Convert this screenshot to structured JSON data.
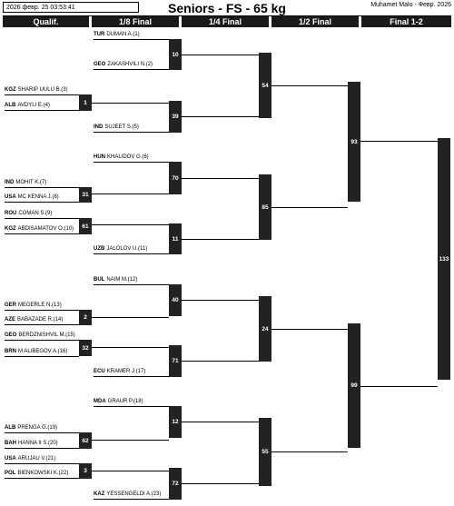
{
  "header": {
    "timestamp": "2026 февр. 25 03:53:41",
    "title": "Seniors - FS - 65 kg",
    "author": "Muhamet Malo - Февр. 2026"
  },
  "rounds": [
    "Qualif.",
    "1/8 Final",
    "1/4 Final",
    "1/2 Final",
    "Final 1-2"
  ],
  "athletes": [
    {
      "country": "TUR",
      "name": "DUMAN A.(1)"
    },
    {
      "country": "GEO",
      "name": "ZAKASHVILI N.(2)"
    },
    {
      "country": "KGZ",
      "name": "SHARIP UULU B.(3)"
    },
    {
      "country": "ALB",
      "name": "AVDYLI E.(4)"
    },
    {
      "country": "IND",
      "name": "SUJEET S.(5)"
    },
    {
      "country": "HUN",
      "name": "KHALIDOV G.(6)"
    },
    {
      "country": "IND",
      "name": "MOHIT K.(7)"
    },
    {
      "country": "USA",
      "name": "MC KENNA J.(8)"
    },
    {
      "country": "ROU",
      "name": "COMAN S.(9)"
    },
    {
      "country": "KGZ",
      "name": "ABDISAMATOV O.(10)"
    },
    {
      "country": "UZB",
      "name": "JALOLOV U.(11)"
    },
    {
      "country": "BUL",
      "name": "NAIM M.(12)"
    },
    {
      "country": "GER",
      "name": "MEGERLE N.(13)"
    },
    {
      "country": "AZE",
      "name": "BABAZADE R.(14)"
    },
    {
      "country": "GEO",
      "name": "BERDZNISHVIL M.(15)"
    },
    {
      "country": "BRN",
      "name": "M ALIBEGOV A.(16)"
    },
    {
      "country": "ECU",
      "name": "KRAMER J.(17)"
    },
    {
      "country": "MDA",
      "name": "GRAUR P.(18)"
    },
    {
      "country": "ALB",
      "name": "PRENGA G.(19)"
    },
    {
      "country": "BAH",
      "name": "HANNA II S.(20)"
    },
    {
      "country": "USA",
      "name": "ARUJAU V.(21)"
    },
    {
      "country": "POL",
      "name": "BIENKOWSKI K.(22)"
    },
    {
      "country": "KAZ",
      "name": "YESSENGELDI A.(23)"
    }
  ],
  "bouts": {
    "qualif": [
      "1",
      "31",
      "61",
      "2",
      "32",
      "62",
      "3"
    ],
    "r16": [
      "10",
      "39",
      "70",
      "11",
      "40",
      "71",
      "12",
      "72"
    ],
    "qf": [
      "54",
      "85",
      "24",
      "55"
    ],
    "sf": [
      "93",
      "99"
    ],
    "final": [
      "133"
    ]
  }
}
